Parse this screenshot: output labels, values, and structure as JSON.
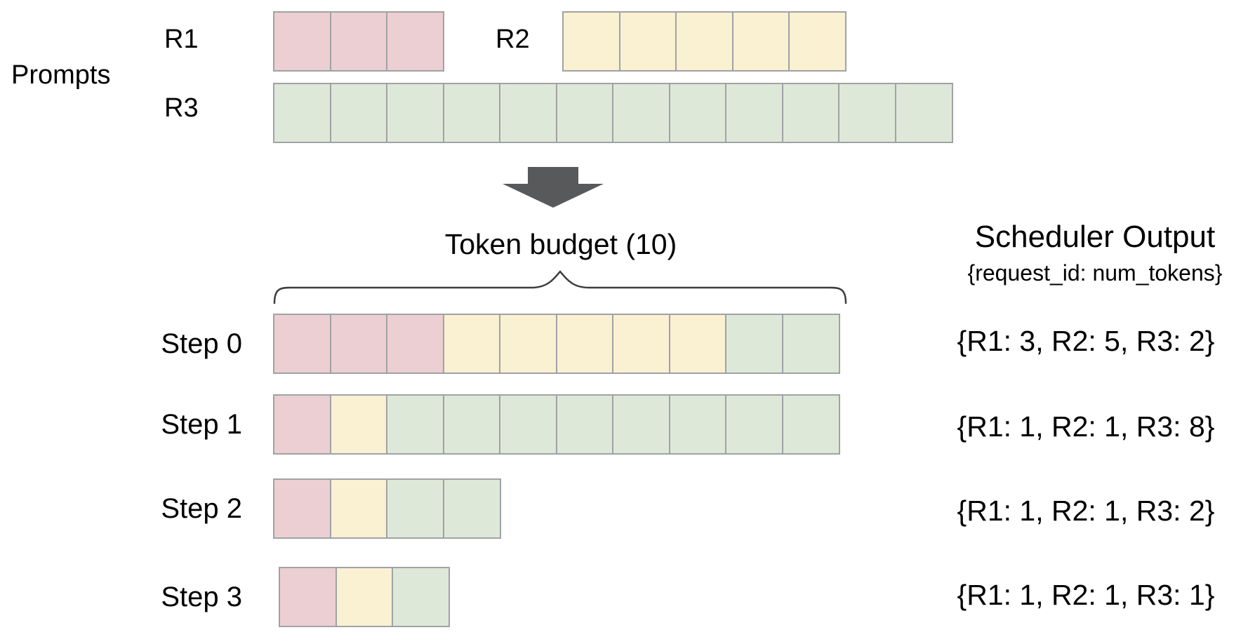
{
  "colors": {
    "r1_fill": "#eccfd2",
    "r2_fill": "#faf0d2",
    "r3_fill": "#dee8d8",
    "cell_border": "#a0a2a6",
    "arrow_fill": "#58595b",
    "brace_stroke": "#3d3d3d",
    "text": "#000000"
  },
  "prompts": {
    "group_label": "Prompts",
    "rows": [
      {
        "label": "R1",
        "segments": [
          {
            "request": "R1",
            "tokens": 3
          }
        ]
      },
      {
        "label": "R2",
        "segments": [
          {
            "request": "R2",
            "tokens": 5
          }
        ]
      },
      {
        "label": "R3",
        "segments": [
          {
            "request": "R3",
            "tokens": 12
          }
        ]
      }
    ]
  },
  "token_budget": {
    "label": "Token budget (10)",
    "budget": 10
  },
  "scheduler": {
    "title": "Scheduler Output",
    "subtitle": "{request_id: num_tokens}",
    "steps": [
      {
        "label": "Step 0",
        "segments": [
          {
            "request": "R1",
            "tokens": 3
          },
          {
            "request": "R2",
            "tokens": 5
          },
          {
            "request": "R3",
            "tokens": 2
          }
        ],
        "output": "{R1: 3, R2: 5, R3: 2}"
      },
      {
        "label": "Step 1",
        "segments": [
          {
            "request": "R1",
            "tokens": 1
          },
          {
            "request": "R2",
            "tokens": 1
          },
          {
            "request": "R3",
            "tokens": 8
          }
        ],
        "output": "{R1: 1, R2: 1, R3: 8}"
      },
      {
        "label": "Step 2",
        "segments": [
          {
            "request": "R1",
            "tokens": 1
          },
          {
            "request": "R2",
            "tokens": 1
          },
          {
            "request": "R3",
            "tokens": 2
          }
        ],
        "output": "{R1: 1, R2: 1, R3: 2}"
      },
      {
        "label": "Step 3",
        "segments": [
          {
            "request": "R1",
            "tokens": 1
          },
          {
            "request": "R2",
            "tokens": 1
          },
          {
            "request": "R3",
            "tokens": 1
          }
        ],
        "output": "{R1: 1, R2: 1, R3: 1}"
      }
    ]
  }
}
